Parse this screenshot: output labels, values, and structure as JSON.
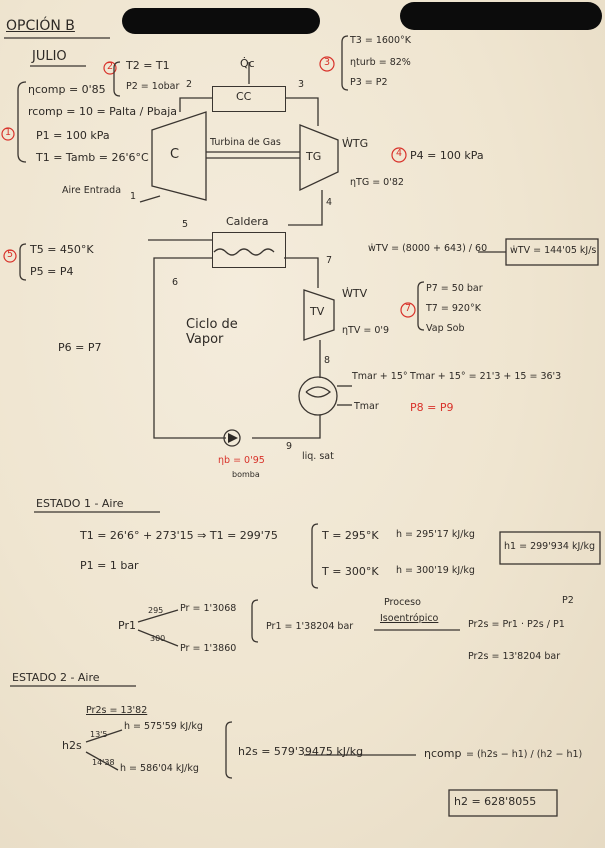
{
  "header": {
    "title": "OPCIÓN B",
    "subtitle": "JULIO"
  },
  "state_labels": {
    "s1": "1",
    "s2": "2",
    "s3": "3",
    "s4": "4",
    "s5": "5",
    "s6": "6",
    "s7": "7",
    "s8": "8",
    "s9": "9"
  },
  "components": {
    "combustion_chamber": "CC",
    "heat_in": "Q̇c",
    "compressor": "C",
    "gas_turbine_shaft": "Turbina de Gas",
    "gas_turbine": "TG",
    "air_in": "Aire Entrada",
    "boiler": "Caldera",
    "vapor_cycle": "Ciclo de Vapor",
    "steam_turbine": "TV",
    "gas_turbine_work": "ẆTG",
    "steam_turbine_work": "ẆTV",
    "sat_liquid": "liq. sat",
    "cooling_in": "Tmar",
    "cooling_out": "Tmar + 15°"
  },
  "givens": {
    "compressor_efficiency": "ηcomp = 0'85",
    "pressure_ratio": "rcomp = 10 = Palta / Pbaja",
    "p1": "P1 = 100 kPa",
    "t1": "T1 = Tamb = 26'6°C",
    "t2": "T2 = T1",
    "p2": "P2 = 1obar",
    "t3": "T3 = 1600°K",
    "turbine_eff": "ηturb = 82%",
    "p3": "P3 = P2",
    "p4": "P4 = 100 kPa",
    "eta_tg": "ηTG = 0'82",
    "t5": "T5 = 450°K",
    "p5": "P5 = P4",
    "p6": "P6 = P7",
    "p7": "P7 = 50 bar",
    "t7": "T7 = 920°K",
    "vap_sat": "Vap Sob",
    "eta_tv": "ηTV = 0'9",
    "p8": "P8 = P9",
    "pump_eff": "ηb = 0'95",
    "pump_label": "bomba"
  },
  "notes": {
    "work_eq": "ẇTV = (8000 + 643) / 60",
    "work_result": "ẇTV = 144'05 kJ/s",
    "cooling_eq": "Tmar + 15° = 21'3 + 15 = 36'3"
  },
  "estado1": {
    "heading": "ESTADO 1 - Aire",
    "t_eq": "T1 = 26'6° + 273'15 ⇒ T1 = 299'75",
    "p1": "P1 = 1 bar",
    "row_a_T": "T = 295°K",
    "row_a_h": "h = 295'17 kJ/kg",
    "row_b_T": "T = 300°K",
    "row_b_h": "h = 300'19 kJ/kg",
    "h1_result": "h1 = 299'934 kJ/kg",
    "pr_label": "Pr1",
    "pr_top": "Pr = 1'3068",
    "pr_bot": "Pr = 1'3860",
    "pr1_val": "Pr1 = 1'38204 bar",
    "process": "Proceso",
    "isentropic": "Isoentrópico",
    "pr2s_eq": "Pr2s = Pr1 · P2s / P1",
    "pr2s_val": "Pr2s = 13'8204 bar",
    "p2_tag": "P2",
    "w1": "295",
    "w2": "300"
  },
  "estado2": {
    "heading": "ESTADO 2 - Aire",
    "pr2s": "Pr2s = 13'82",
    "h2s_label": "h2s",
    "h_a": "h = 575'59 kJ/kg",
    "h_b": "h = 586'04 kJ/kg",
    "h2s_val": "h2s = 579'39475 kJ/kg",
    "eta_lhs": "ηcomp",
    "eta_frac": "= (h2s − h1) / (h2 − h1)",
    "h2_result": "h2 = 628'8055",
    "w1": "13'5",
    "w2": "14'38"
  }
}
